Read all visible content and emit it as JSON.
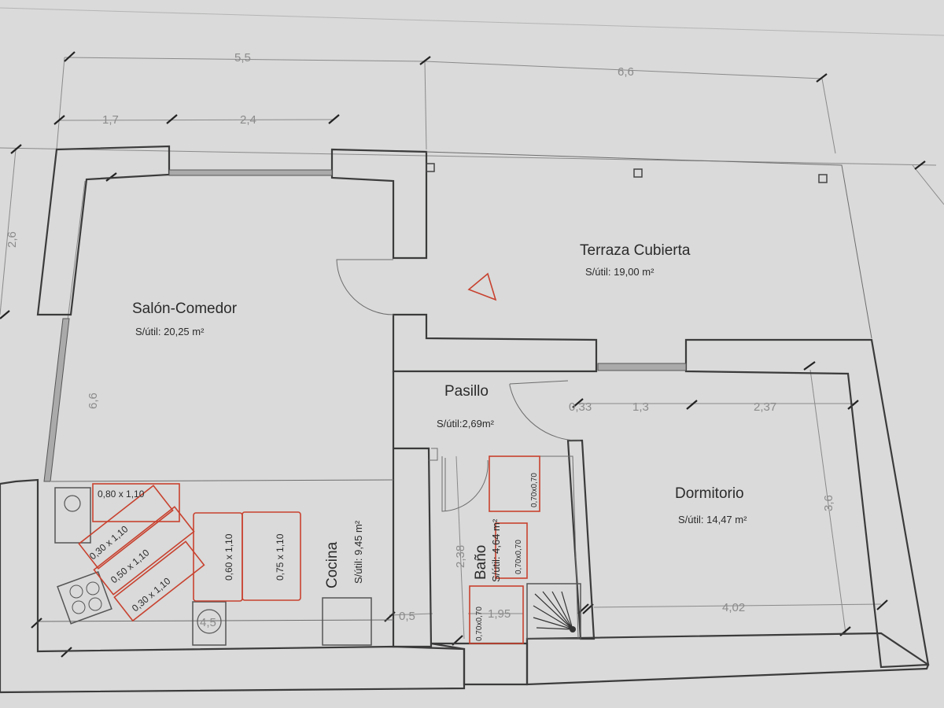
{
  "dimensions": {
    "top_left_total": "5,5",
    "top_right_total": "6,6",
    "top_segment_1": "1,7",
    "top_segment_2": "2,4",
    "left_height": "2,6",
    "salon_height": "6,6",
    "dorm_width_1": "0,33",
    "dorm_width_2": "1,3",
    "dorm_width_3": "2,37",
    "dorm_height": "3,6",
    "bath_height": "2,38",
    "bath_width": "1,95",
    "bath_gap": "0,5",
    "dorm_bottom_width": "4,02",
    "kitchen_item": "4,5"
  },
  "rooms": {
    "terraza": {
      "name": "Terraza Cubierta",
      "area": "S/útil: 19,00 m²"
    },
    "salon": {
      "name": "Salón-Comedor",
      "area": "S/útil: 20,25 m²"
    },
    "pasillo": {
      "name": "Pasillo",
      "area": "S/útil:2,69m²"
    },
    "dormitorio": {
      "name": "Dormitorio",
      "area": "S/útil: 14,47 m²"
    },
    "cocina": {
      "name": "Cocina",
      "area": "S/útil: 9,45 m²"
    },
    "bano": {
      "name": "Baño",
      "area": "S/útil: 4,64 m²"
    }
  },
  "clearances": {
    "k1": "0,80 x 1,10",
    "k2": "0,30 x 1,10",
    "k3": "0,50 x 1,10",
    "k4": "0,30 x 1,10",
    "k5": "0,60 x 1,10",
    "k6": "0,75 x 1,10",
    "b1": "0,70x0,70",
    "b2": "0,70x0,70",
    "b3": "0,70x0,70"
  },
  "colors": {
    "paper": "#d9dad9",
    "wall": "#3b3b3b",
    "clearance_red": "#c8412f",
    "dimension_gray": "#8b8b8b"
  }
}
